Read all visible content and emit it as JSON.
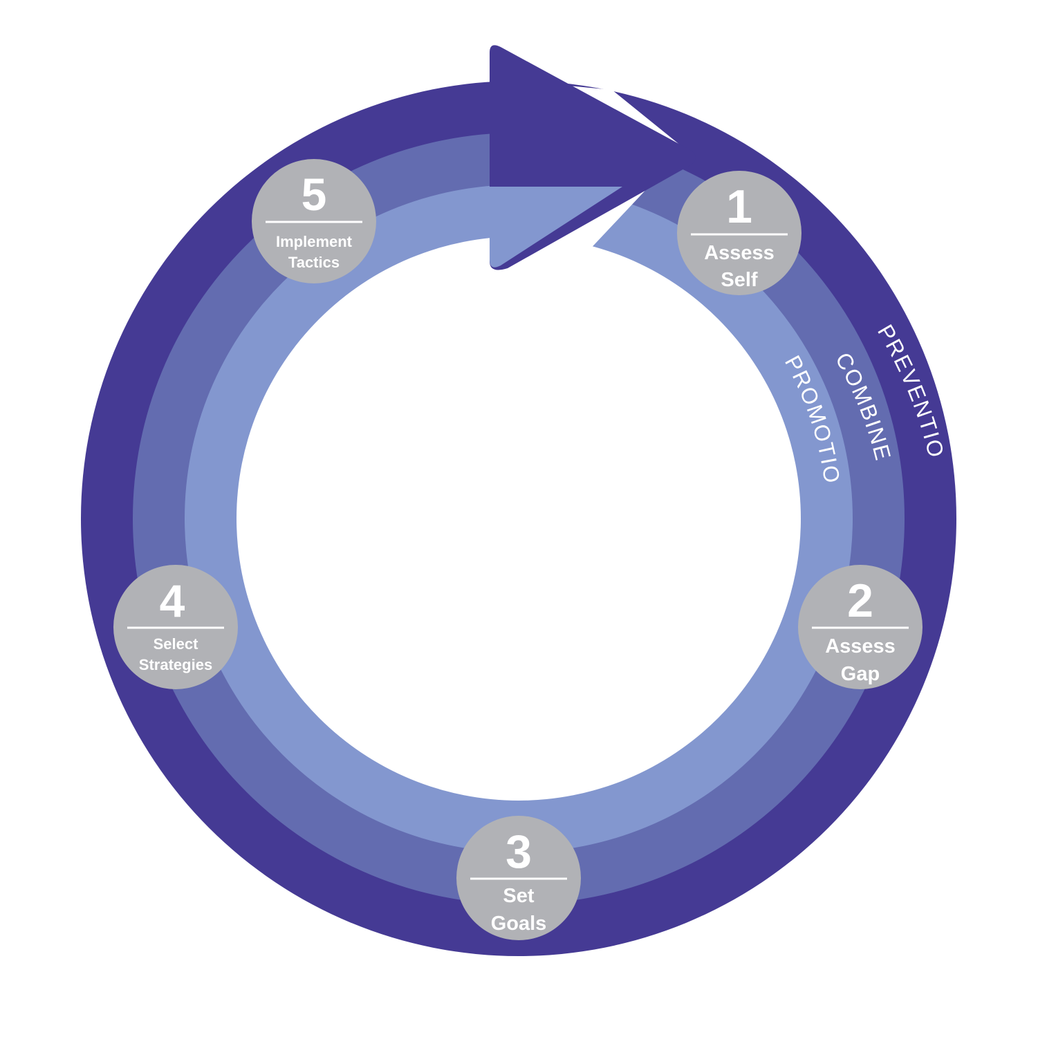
{
  "colors": {
    "outer_ring": "#453a94",
    "middle_ring": "#636cb0",
    "inner_ring": "#8397cf",
    "step_circle": "#b1b2b6",
    "text": "#ffffff",
    "background": "#ffffff"
  },
  "ring_labels": {
    "prevention": "PREVENTION",
    "combined": "COMBINED",
    "promotion": "PROMOTION"
  },
  "steps": [
    {
      "number": "1",
      "line1": "Assess",
      "line2": "Self"
    },
    {
      "number": "2",
      "line1": "Assess",
      "line2": "Gap"
    },
    {
      "number": "3",
      "line1": "Set",
      "line2": "Goals"
    },
    {
      "number": "4",
      "line1": "Select",
      "line2": "Strategies"
    },
    {
      "number": "5",
      "line1": "Implement",
      "line2": "Tactics"
    }
  ]
}
